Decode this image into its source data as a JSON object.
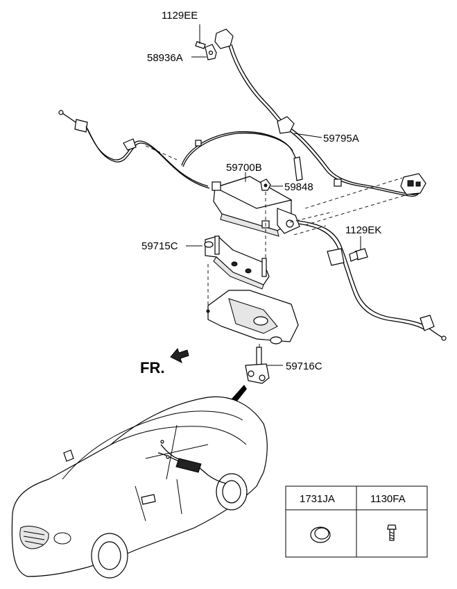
{
  "labels": {
    "p1129EE": "1129EE",
    "p58936A": "58936A",
    "p59795A": "59795A",
    "p59700B": "59700B",
    "p59848": "59848",
    "p59715C": "59715C",
    "p1129EK": "1129EK",
    "p59716C": "59716C",
    "fr": "FR."
  },
  "legend": {
    "col1": "1731JA",
    "col2": "1130FA"
  }
}
